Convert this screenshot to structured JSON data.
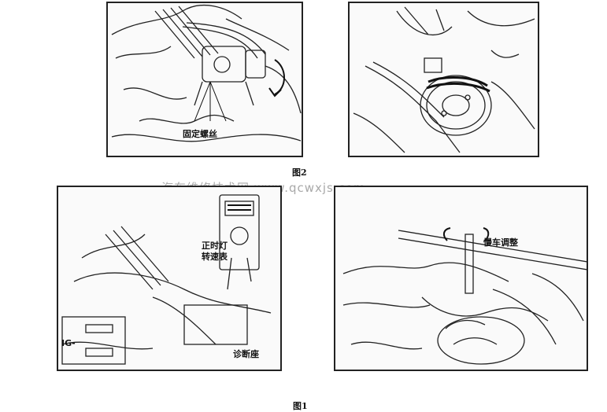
{
  "figure_captions": {
    "fig2": "图2",
    "fig1": "图1"
  },
  "watermark": "汽车维修技术网 www.qcwxjs.com",
  "panels": {
    "top_left": {
      "label": "固定螺丝"
    },
    "top_right": {},
    "bottom_left": {
      "timing_light_label": "正时灯",
      "tachometer_label": "转速表",
      "connector_label": "诊断座",
      "ig_label": "IG-"
    },
    "bottom_right": {
      "idle_adjust_label": "慢车调整"
    }
  }
}
